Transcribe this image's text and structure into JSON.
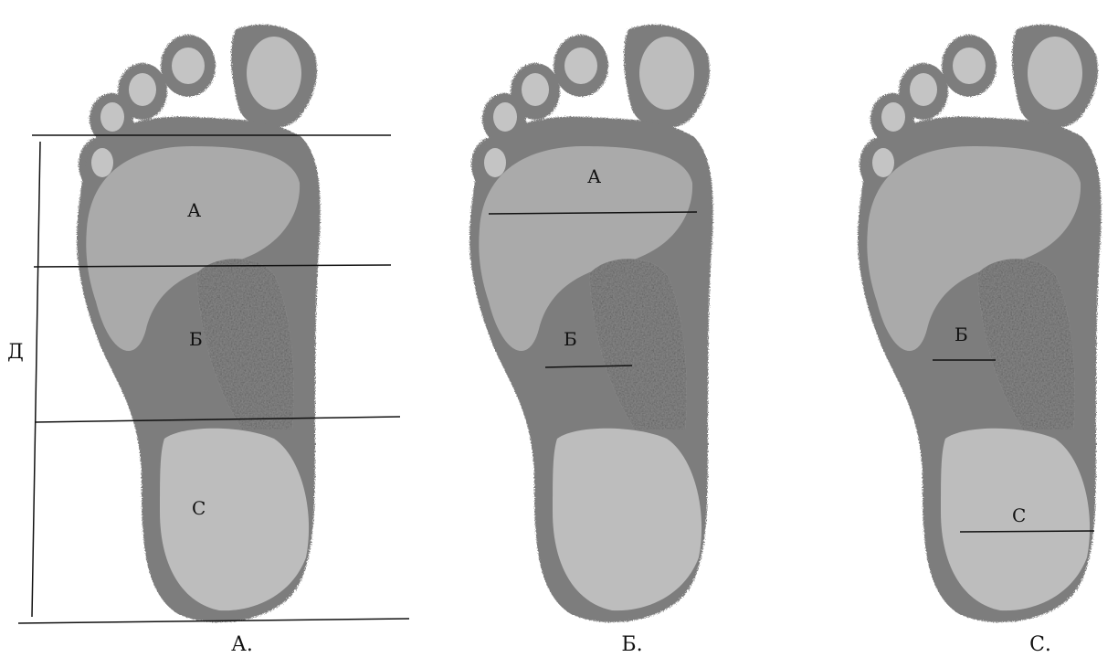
{
  "figure": {
    "panels": [
      {
        "caption": "А.",
        "zones": {
          "a": "А",
          "b": "Б",
          "c": "С"
        },
        "dimension_label": "Д"
      },
      {
        "caption": "Б.",
        "zones": {
          "a": "А",
          "b": "Б"
        }
      },
      {
        "caption": "С.",
        "zones": {
          "b": "Б",
          "c": "С"
        }
      }
    ],
    "colors": {
      "outline": "#7a7a7a",
      "sole": "#a9a9a9",
      "pad": "#bdbdbd",
      "toe_pad": "#c4c4c4",
      "arch": "#8a8a8a",
      "line": "#111111"
    }
  }
}
